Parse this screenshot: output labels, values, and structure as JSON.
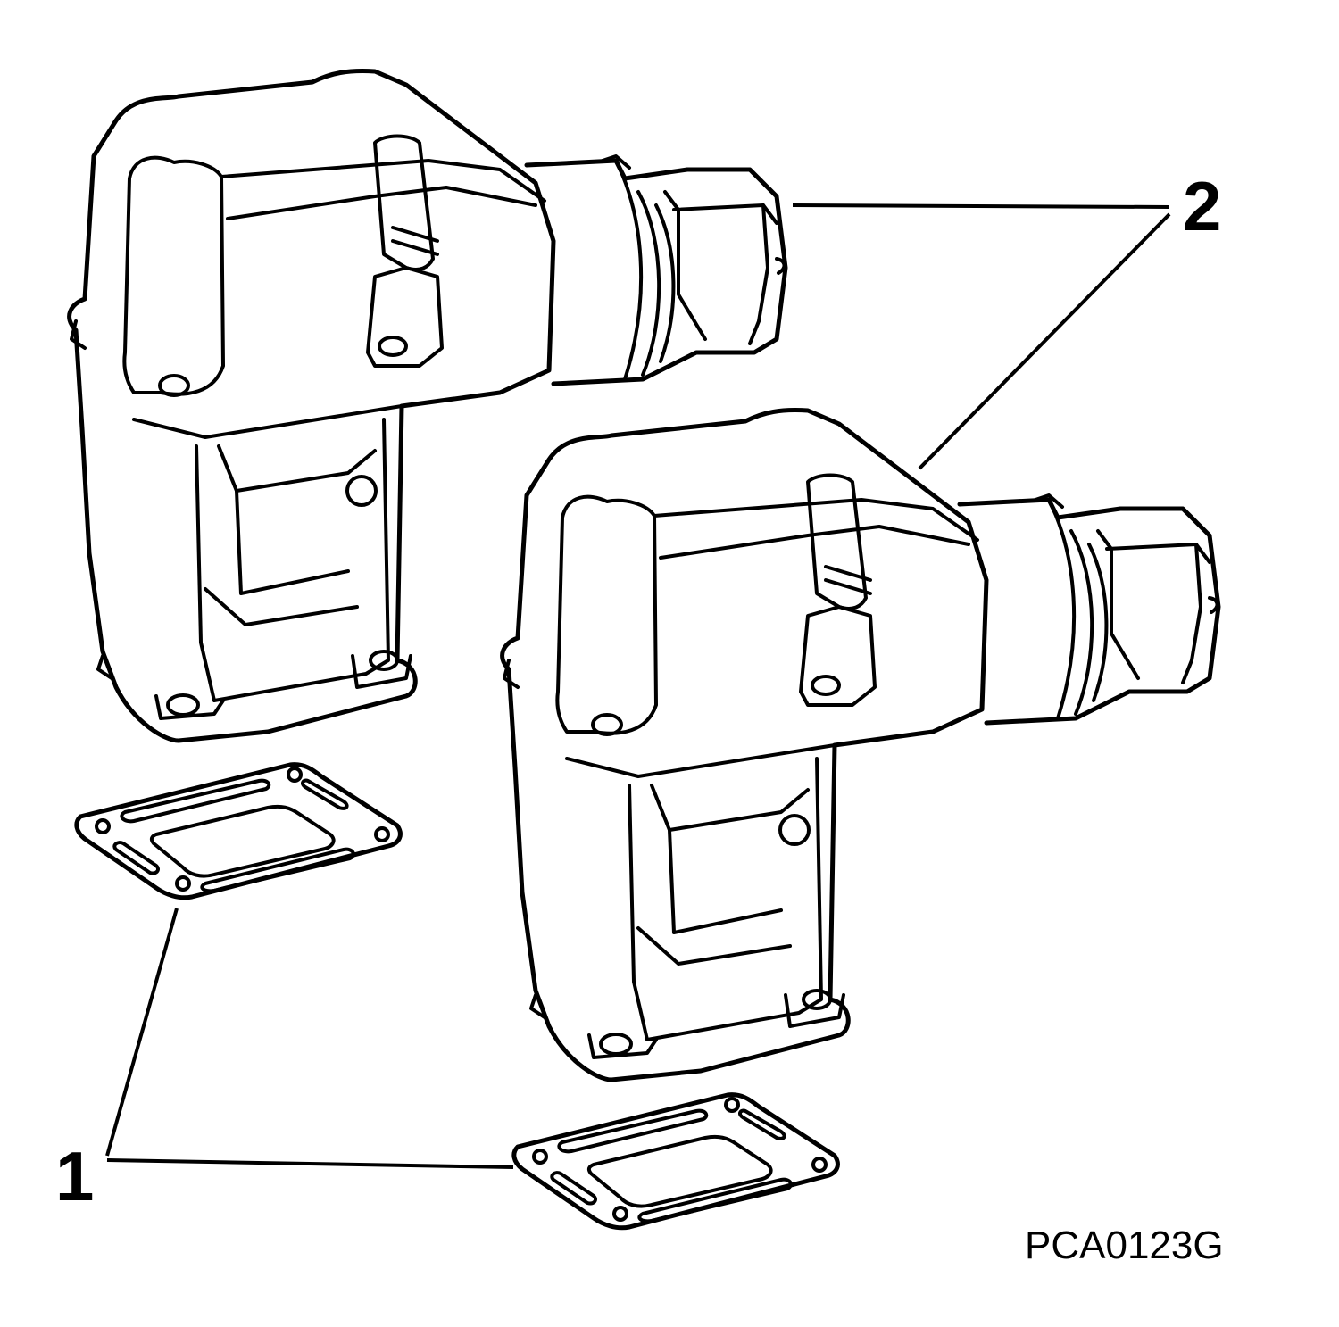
{
  "callouts": {
    "gasket": "1",
    "manifold": "2"
  },
  "figure_id": "PCA0123G"
}
